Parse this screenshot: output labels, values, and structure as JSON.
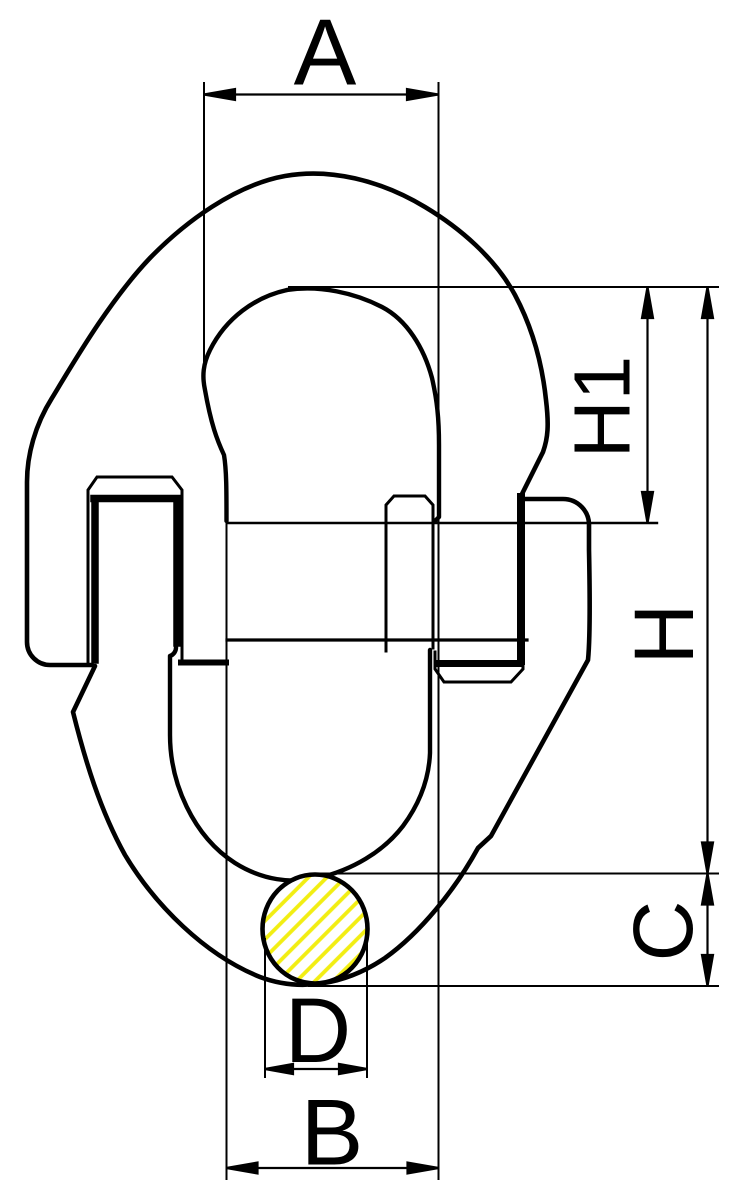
{
  "drawing": {
    "title": "connecting-link-dimension-drawing",
    "labels": {
      "A": "A",
      "B": "B",
      "C": "C",
      "D": "D",
      "H": "H",
      "H1": "H1"
    },
    "colors": {
      "line": "#000000",
      "background": "#ffffff",
      "hatch_yellow": "#f2ee12"
    }
  }
}
